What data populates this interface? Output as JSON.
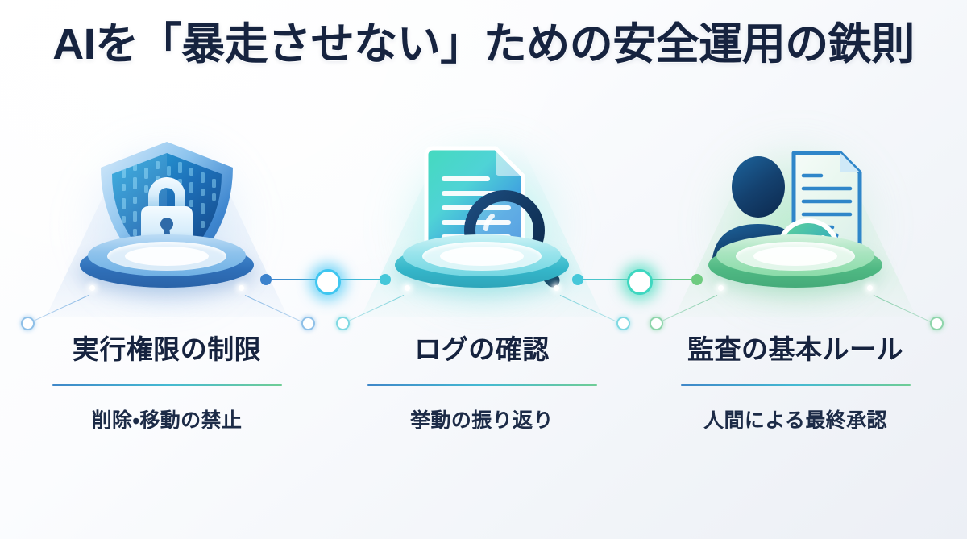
{
  "page": {
    "title": "AIを「暴走させない」ための安全運用の鉄則",
    "background_color": "#f2f5f9",
    "title_color": "#16233f",
    "accent_blue": "#2f7dc4",
    "accent_cyan": "#35b4cf",
    "accent_green": "#63c98d"
  },
  "columns": [
    {
      "icon": "shield-lock-icon",
      "headline": "実行権限の制限",
      "subtext": "削除・移動の禁止",
      "accent": "#2f7dc4",
      "podium_color": "#2f6fb8"
    },
    {
      "icon": "document-magnifier-icon",
      "headline": "ログの確認",
      "subtext": "挙動の振り返り",
      "accent": "#35b4cf",
      "podium_color": "#35b6c9"
    },
    {
      "icon": "person-approval-icon",
      "headline": "監査の基本ルール",
      "subtext": "人間による最終承認",
      "accent": "#63c98d",
      "podium_color": "#4fb883"
    }
  ],
  "connectors": [
    {
      "from": "実行権限の制限",
      "to": "ログの確認",
      "start_color": "#3b82cc",
      "end_color": "#45c7d9"
    },
    {
      "from": "ログの確認",
      "to": "監査の基本ルール",
      "start_color": "#45c7d9",
      "end_color": "#6ecb80"
    }
  ]
}
